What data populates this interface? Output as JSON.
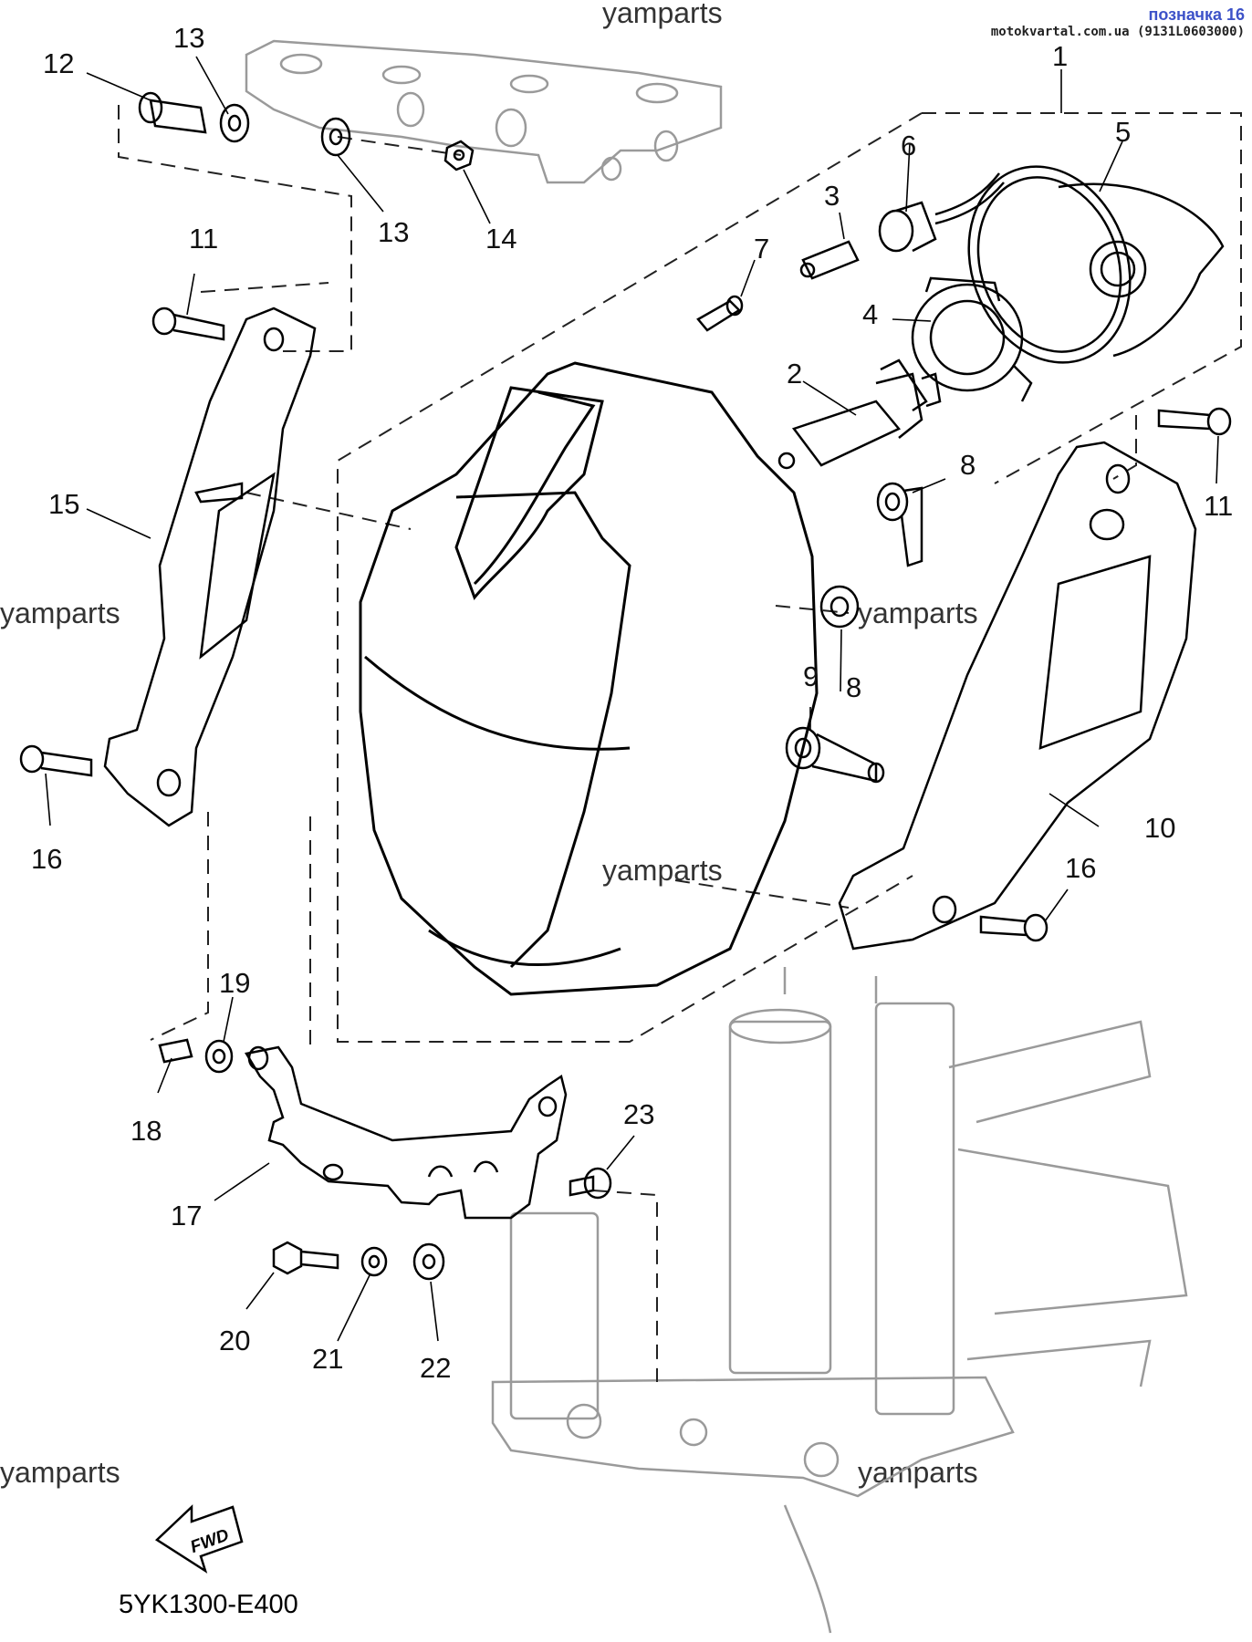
{
  "header": {
    "title": "позначка 16",
    "source": "motokvartal.com.ua (9131L0603000)"
  },
  "watermark": "yamparts",
  "fwd_label": "FWD",
  "diagram_code": "5YK1300-E400",
  "callouts": [
    "1",
    "2",
    "3",
    "4",
    "5",
    "6",
    "7",
    "8",
    "8",
    "9",
    "10",
    "11",
    "11",
    "12",
    "13",
    "13",
    "14",
    "15",
    "16",
    "16",
    "17",
    "18",
    "19",
    "20",
    "21",
    "22",
    "23"
  ],
  "colors": {
    "line": "#000000",
    "dash": "#222222",
    "ghost": "#9a9a9a",
    "header_accent": "#3d52c8"
  }
}
